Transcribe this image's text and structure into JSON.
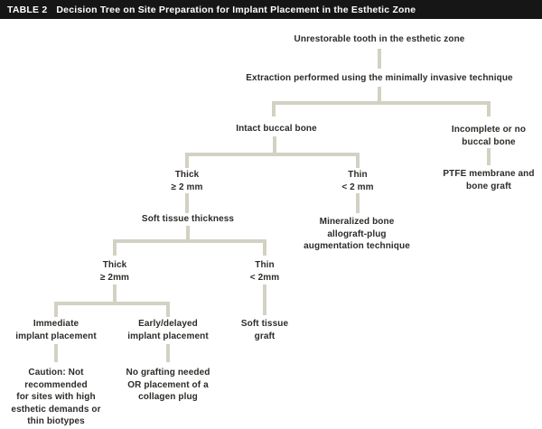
{
  "header": {
    "tag": "TABLE 2",
    "title": "Decision Tree on Site Preparation for Implant Placement in the Esthetic Zone"
  },
  "colors": {
    "header_bg": "#161616",
    "header_text": "#ffffff",
    "connector": "#d3d1c3",
    "node_text": "#2d2b28",
    "background": "#ffffff"
  },
  "tree": {
    "unrestorable": "Unrestorable tooth in the esthetic zone",
    "extraction": "Extraction performed using the minimally invasive technique",
    "intact_buccal": "Intact buccal bone",
    "incomplete_buccal": "Incomplete or no\nbuccal bone",
    "ptfe": "PTFE membrane and\nbone graft",
    "buccal_thick": "Thick\n≥ 2 mm",
    "buccal_thin": "Thin\n< 2 mm",
    "soft_tissue_thickness": "Soft tissue thickness",
    "mineralized": "Mineralized bone\nallograft-plug\naugmentation technique",
    "tissue_thick": "Thick\n≥ 2mm",
    "tissue_thin": "Thin\n< 2mm",
    "immediate": "Immediate\nimplant placement",
    "early_delayed": "Early/delayed\nimplant placement",
    "soft_tissue_graft": "Soft tissue\ngraft",
    "caution": "Caution: Not\nrecommended\nfor sites with high\nesthetic demands or\nthin biotypes",
    "no_grafting": "No grafting needed\nOR placement of a\ncollagen plug"
  }
}
